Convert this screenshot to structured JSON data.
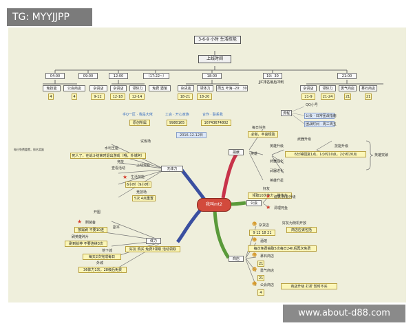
{
  "watermark_top": "TG: MYYJJPP",
  "watermark_bottom": "www.about-d88.com",
  "title": "3-6-9 小时 生活技能",
  "online_time": "上线时间",
  "time_slots": [
    {
      "time": "04:00",
      "items": [
        {
          "label": "免技能",
          "value": "4"
        },
        {
          "label": "公会商店",
          "value": "4"
        }
      ]
    },
    {
      "time": "09:00",
      "items": [
        {
          "label": "杂货店",
          "value": "9-12"
        }
      ]
    },
    {
      "time": "12:00",
      "items": [
        {
          "label": "杂货店",
          "value": "12-18"
        },
        {
          "label": "领体力",
          "value": "12-14"
        }
      ]
    },
    {
      "time": "（17:22~）",
      "items": [
        {
          "label": "免费 酒馆",
          "value": ""
        }
      ]
    },
    {
      "time": "18:00",
      "items": [
        {
          "label": "杂货店",
          "value": "18-21"
        },
        {
          "label": "领体力",
          "value": "18-20"
        },
        {
          "label": "周五 叶海 -20：30",
          "value": ""
        }
      ]
    },
    {
      "time": "19：30",
      "items": [
        {
          "label": "JJC排名最后冲刺",
          "value": ""
        }
      ]
    },
    {
      "time": "21:00",
      "items": [
        {
          "label": "杂货店",
          "value": "21-9"
        },
        {
          "label": "领体力",
          "value": "21-24"
        },
        {
          "label": "勇气商店",
          "value": "21"
        },
        {
          "label": "慕石商店",
          "value": "21"
        }
      ]
    }
  ],
  "info": {
    "top_labels": [
      "手Q一区 · 我是大佬",
      "工会 · 开心家族",
      "合作 · 联系我"
    ],
    "values": [
      "原创所属",
      "9980165",
      "16743674802"
    ],
    "date": "2016-12-12日"
  },
  "process": {
    "label": "流程",
    "items": [
      "QQ小号",
      "公会 · 日常团战指南",
      "团战时间 · 周三周五"
    ]
  },
  "center": "我叫mt2",
  "left_top": {
    "hub": "无体力",
    "items": [
      "试炼场",
      "水利王座",
      "竞技",
      "查看活动",
      "上线观看",
      "生活技能",
      "6小时（9小时）",
      "竞技场",
      "5次 4点重置"
    ],
    "note": "每日免费重置，排名奖励",
    "hero_msg": "死人了，在战斗结束时退出游戏（哦，外城阿）"
  },
  "left_bottom": {
    "hub": "体力",
    "items": [
      "开图",
      "刷装备",
      "按需刷 不要10连",
      "副本",
      "刷英雄碎片",
      "刷到就停 不要连续3次",
      "地下城",
      "每天2次完成每日",
      "外城",
      "36体力1次，28级后免费",
      "好友 购买 免费3领取 活动领取"
    ]
  },
  "right_top": {
    "hub": "捐献",
    "items": [
      "每日任务",
      "必做，丰富经验",
      "英雄",
      "英雄升级",
      "武器升级",
      "技能升级",
      "6分钟回复1点，1小时10点，2小时20点",
      "英雄突破",
      "武器强化",
      "武器进化",
      "英雄升星",
      "好友",
      "领取10次体力，赠体力"
    ]
  },
  "guild": {
    "hub": "公会",
    "items": [
      "建筑,技能升级",
      "清理死鱼"
    ]
  },
  "shop": {
    "hub": "商店",
    "items": [
      "杂货店",
      "9 12 18 21",
      "好友为随机开放",
      "商店应该包括",
      "酒馆",
      "每次免费抽取5次每日24h后再次免费",
      "慕石商店",
      "21",
      "勇气商店",
      "21",
      "公会商店",
      "4",
      "商店升级 打折 暂时不买"
    ]
  }
}
